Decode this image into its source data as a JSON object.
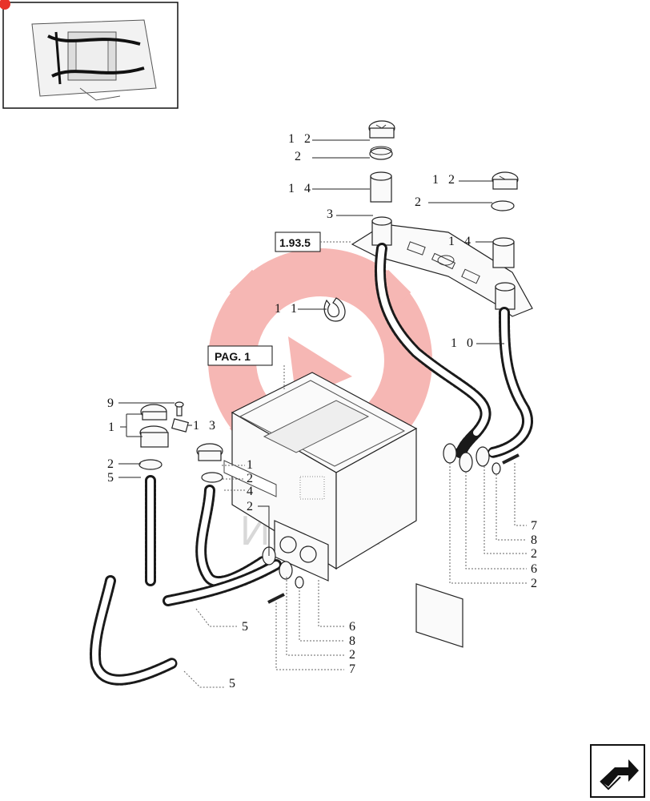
{
  "reference_boxes": {
    "upper": "1.93.5",
    "lower": "PAG. 1"
  },
  "watermark_text": "ИНТЕХ",
  "callouts": {
    "c12a": "1 2",
    "c2a": "2",
    "c14a": "1 4",
    "c3": "3",
    "c12b": "1 2",
    "c2b": "2",
    "c14b": "1 4",
    "c11": "1 1",
    "c10": "1 0",
    "c9": "9",
    "c1a": "1",
    "c13": "1 3",
    "c2c": "2",
    "c5a": "5",
    "c1b": "1",
    "c2d": "2",
    "c4": "4",
    "c2e": "2",
    "c5b": "5",
    "c5c": "5",
    "c6a": "6",
    "c8a": "8",
    "c2f": "2",
    "c7a": "7",
    "c7b": "7",
    "c8b": "8",
    "c2g": "2",
    "c6b": "6",
    "c2h": "2"
  },
  "icons": {
    "thumbnail": "tractor-cab-overview-thumbnail",
    "nav": "next-page-arrow-icon"
  },
  "colors": {
    "watermark": "#e8332a",
    "line": "#222222"
  }
}
